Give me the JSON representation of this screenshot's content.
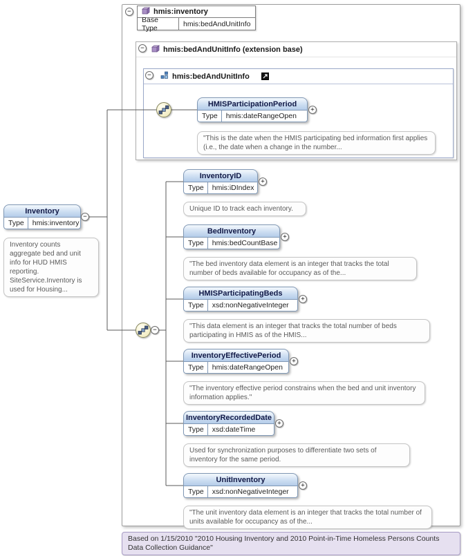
{
  "root_box": {
    "title": "hmis:inventory",
    "base_type_label": "Base Type",
    "base_type_value": "hmis:bedAndUnitInfo"
  },
  "extension_box": {
    "title": "hmis:bedAndUnitInfo (extension base)",
    "inner": {
      "title": "hmis:bedAndUnitInfo",
      "element": {
        "name": "HMISParticipationPeriod",
        "type_label": "Type",
        "type_value": "hmis:dateRangeOpen",
        "annotation": "\"This is the date when the HMIS participating bed information first applies (i.e., the date when a change in the number..."
      }
    }
  },
  "inventory_box": {
    "name": "Inventory",
    "type_label": "Type",
    "type_value": "hmis:inventory",
    "annotation": "Inventory counts aggregate bed and unit info for HUD HMIS reporting. SiteService.Inventory is used for Housing..."
  },
  "elements": [
    {
      "name": "InventoryID",
      "type_label": "Type",
      "type_value": "hmis:iDIndex",
      "annotation": "Unique ID to track each inventory."
    },
    {
      "name": "BedInventory",
      "type_label": "Type",
      "type_value": "hmis:bedCountBase",
      "annotation": "\"The bed inventory data element is an integer that tracks the total number of beds available for occupancy as of the..."
    },
    {
      "name": "HMISParticipatingBeds",
      "type_label": "Type",
      "type_value": "xsd:nonNegativeInteger",
      "annotation": "\"This data element is an integer that tracks the total number of beds participating in HMIS as of the HMIS..."
    },
    {
      "name": "InventoryEffectivePeriod",
      "type_label": "Type",
      "type_value": "hmis:dateRangeOpen",
      "annotation": "\"The inventory effective period constrains when the bed and unit inventory information applies.\""
    },
    {
      "name": "InventoryRecordedDate",
      "type_label": "Type",
      "type_value": "xsd:dateTime",
      "annotation": "Used for synchronization purposes to differentiate two sets of inventory for the same period."
    },
    {
      "name": "UnitInventory",
      "type_label": "Type",
      "type_value": "xsd:nonNegativeInteger",
      "annotation": "\"The unit inventory data element is an integer that tracks the total number of units available for occupancy as of the..."
    }
  ],
  "footer": {
    "text": "Based on 1/15/2010 \"2010 Housing Inventory and 2010 Point-in-Time Homeless Persons Counts Data Collection Guidance\""
  },
  "symbols": {
    "minus": "−",
    "plus": "+"
  }
}
